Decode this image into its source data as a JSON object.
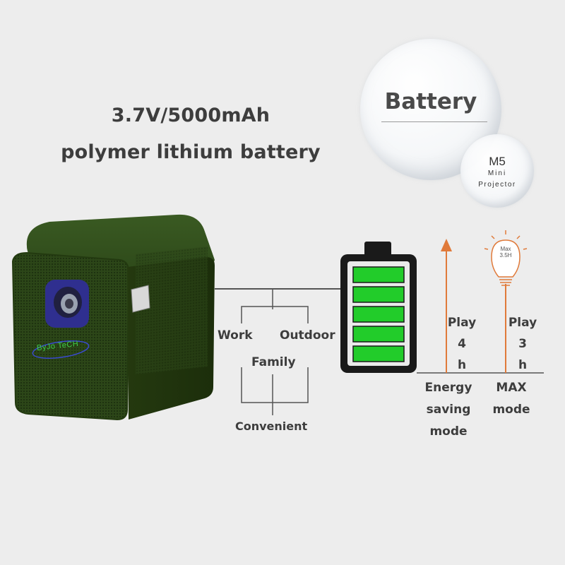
{
  "headline": {
    "line1": "3.7V/5000mAh",
    "line2": "polymer lithium battery"
  },
  "badge": {
    "title": "Battery",
    "model": "M5",
    "line1": "Mini",
    "line2": "Projector"
  },
  "device": {
    "brand_text": "ByJo TeCH",
    "color": "#2e4a1a"
  },
  "scenarios": {
    "work": "Work",
    "outdoor": "Outdoor",
    "family": "Family",
    "convenient": "Convenient"
  },
  "battery_icon": {
    "color_fill": "#22cc2a",
    "color_outline": "#1a1a1a"
  },
  "modes": {
    "energy_saving": {
      "play_line1": "Play",
      "play_line2": "4",
      "play_line3": "h",
      "label_line1": "Energy",
      "label_line2": "saving",
      "label_line3": "mode"
    },
    "max": {
      "bulb_text_line1": "Max",
      "bulb_text_line2": "3.5H",
      "play_line1": "Play",
      "play_line2": "3",
      "play_line3": "h",
      "label_line1": "MAX",
      "label_line2": "mode"
    },
    "accent_color": "#e07a3a"
  }
}
